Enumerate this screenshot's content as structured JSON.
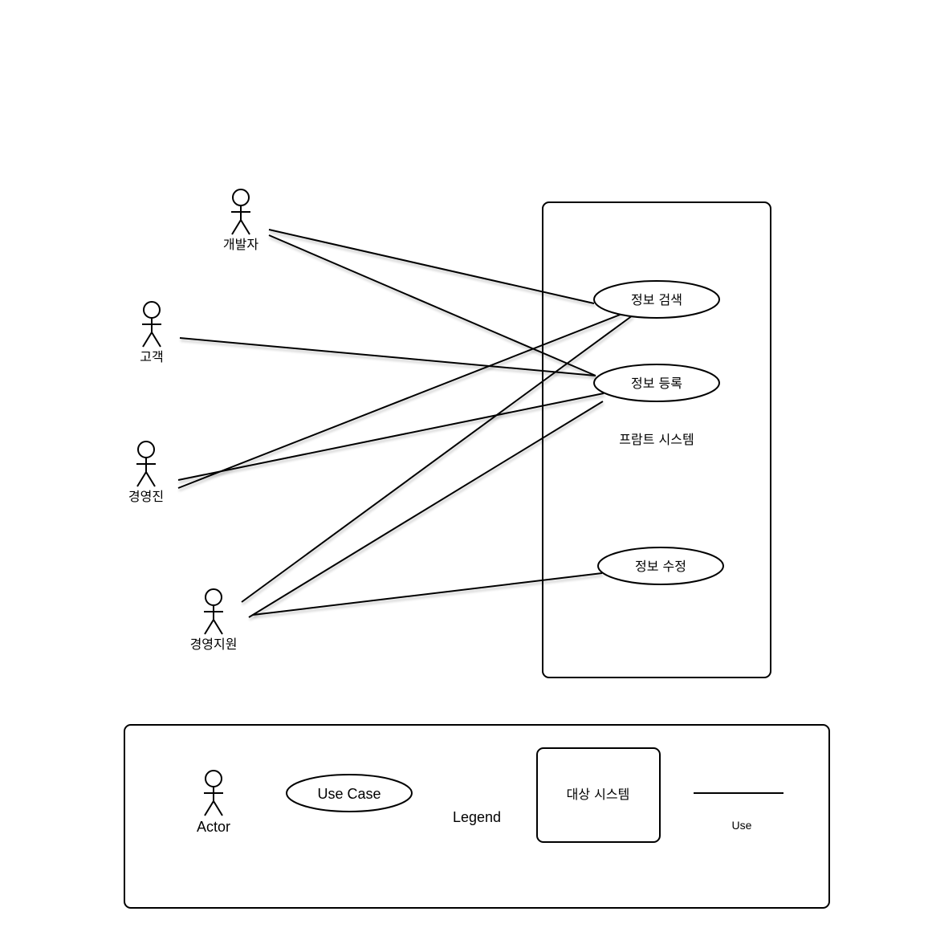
{
  "diagram": {
    "type": "use-case",
    "system": {
      "label": "프람트 시스템"
    },
    "actors": [
      {
        "id": "developer",
        "label": "개발자"
      },
      {
        "id": "customer",
        "label": "고객"
      },
      {
        "id": "executive",
        "label": "경영진"
      },
      {
        "id": "management_support",
        "label": "경영지원"
      }
    ],
    "use_cases": [
      {
        "id": "search",
        "label": "정보 검색"
      },
      {
        "id": "register",
        "label": "정보 등록"
      },
      {
        "id": "modify",
        "label": "정보 수정"
      }
    ],
    "associations": [
      {
        "actor": "developer",
        "use_case": "search"
      },
      {
        "actor": "developer",
        "use_case": "register"
      },
      {
        "actor": "customer",
        "use_case": "register"
      },
      {
        "actor": "executive",
        "use_case": "search"
      },
      {
        "actor": "executive",
        "use_case": "register"
      },
      {
        "actor": "management_support",
        "use_case": "search"
      },
      {
        "actor": "management_support",
        "use_case": "register"
      },
      {
        "actor": "management_support",
        "use_case": "modify"
      }
    ]
  },
  "legend": {
    "title": "Legend",
    "actor_label": "Actor",
    "use_case_label": "Use Case",
    "system_label": "대상 시스템",
    "use_label": "Use"
  }
}
